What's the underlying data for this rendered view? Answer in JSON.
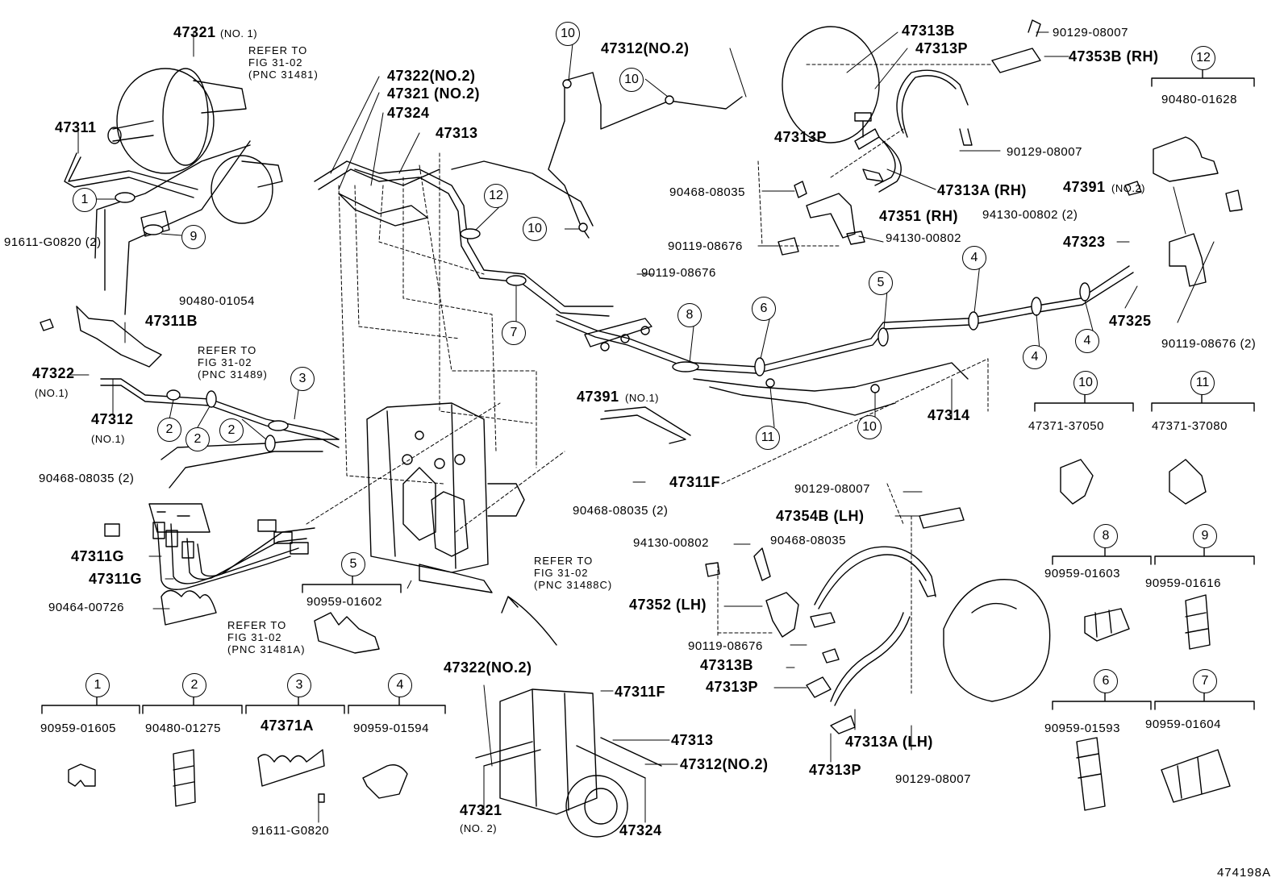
{
  "figure_number": "474198A",
  "references": {
    "ref_31481": [
      "REFER TO",
      "FIG 31-02",
      "(PNC 31481)"
    ],
    "ref_31489": [
      "REFER TO",
      "FIG 31-02",
      "(PNC 31489)"
    ],
    "ref_31488c": [
      "REFER TO",
      "FIG 31-02",
      "(PNC 31488C)"
    ],
    "ref_31481a": [
      "REFER TO",
      "FIG 31-02",
      "(PNC 31481A)"
    ]
  },
  "callouts": {
    "c_47321_no1": "47321",
    "c_47321_no1_sub": "(NO. 1)",
    "c_47311": "47311",
    "c_91611_g0820_2": "91611-G0820 (2)",
    "c_90480_01054": "90480-01054",
    "c_47311b": "47311B",
    "c_47322_no1": "47322",
    "c_47322_no1_sub": "(NO.1)",
    "c_47312_no1": "47312",
    "c_47312_no1_sub": "(NO.1)",
    "c_90468_08035_2": "90468-08035 (2)",
    "c_47311g_a": "47311G",
    "c_47311g_b": "47311G",
    "c_90464_00726": "90464-00726",
    "c_47322_no2": "47322(NO.2)",
    "c_47321_no2": "47321 (NO.2)",
    "c_47324": "47324",
    "c_47313": "47313",
    "c_47312_no2": "47312(NO.2)",
    "c_90119_08676_mid": "90119-08676",
    "c_47391_no1": "47391",
    "c_47391_no1_sub": "(NO.1)",
    "c_47311f_mid": "47311F",
    "c_90468_08035_2b": "90468-08035 (2)",
    "c_47313b_top": "47313B",
    "c_47313p_top": "47313P",
    "c_47313p_left": "47313P",
    "c_90129_08007_top": "90129-08007",
    "c_47353b_rh": "47353B (RH)",
    "c_90129_08007_b": "90129-08007",
    "c_90468_08035_top": "90468-08035",
    "c_47313a_rh": "47313A (RH)",
    "c_47351_rh": "47351 (RH)",
    "c_90119_08676_top": "90119-08676",
    "c_94130_00802_top": "94130-00802",
    "c_90480_01628": "90480-01628",
    "c_47391_no2": "47391",
    "c_47391_no2_sub": "(NO.2)",
    "c_94130_00802_2": "94130-00802 (2)",
    "c_47323": "47323",
    "c_47325": "47325",
    "c_90119_08676_2": "90119-08676 (2)",
    "c_47314": "47314",
    "c_47371_37050": "47371-37050",
    "c_47371_37080": "47371-37080",
    "c_90129_08007_lh": "90129-08007",
    "c_47354b_lh": "47354B (LH)",
    "c_94130_00802_lh": "94130-00802",
    "c_90468_08035_lh": "90468-08035",
    "c_47352_lh": "47352 (LH)",
    "c_90119_08676_lh": "90119-08676",
    "c_47313b_lh": "47313B",
    "c_47313p_lh": "47313P",
    "c_47313a_lh": "47313A (LH)",
    "c_47313p_lh2": "47313P",
    "c_90129_08007_lh2": "90129-08007",
    "c_90959_01603": "90959-01603",
    "c_90959_01616": "90959-01616",
    "c_90959_01593": "90959-01593",
    "c_90959_01604": "90959-01604",
    "c_90959_01602": "90959-01602",
    "c_90959_01605": "90959-01605",
    "c_90480_01275": "90480-01275",
    "c_47371a": "47371A",
    "c_90959_01594": "90959-01594",
    "c_91611_g0820": "91611-G0820",
    "c_47322_no2_b": "47322(NO.2)",
    "c_47311f_b": "47311F",
    "c_47313_b": "47313",
    "c_47312_no2_b": "47312(NO.2)",
    "c_47321_no2_b": "47321",
    "c_47321_no2_b_sub": "(NO. 2)",
    "c_47324_b": "47324"
  },
  "index_markers": {
    "m1": "1",
    "m2": "2",
    "m3": "3",
    "m4": "4",
    "m5": "5",
    "m6": "6",
    "m7": "7",
    "m8": "8",
    "m9": "9",
    "m10": "10",
    "m11": "11",
    "m12": "12"
  }
}
